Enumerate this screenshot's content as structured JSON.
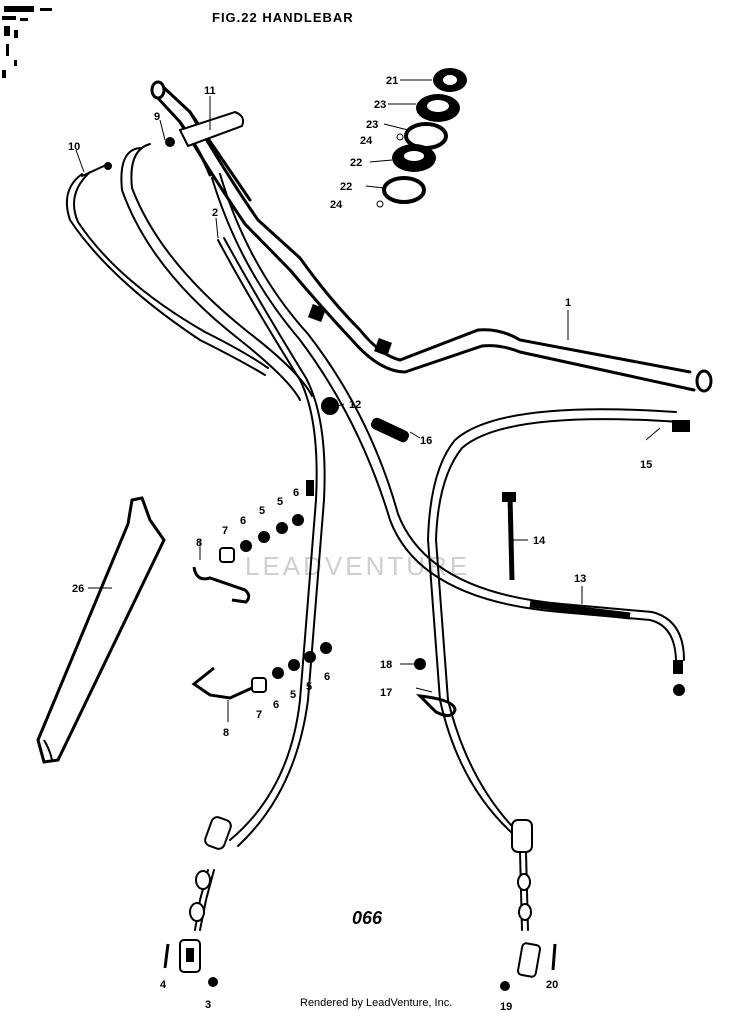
{
  "title": "FIG.22 HANDLEBAR",
  "watermark": "LEADVENTURE",
  "page_number": "066",
  "footer": "Rendered by LeadVenture, Inc.",
  "callouts": [
    {
      "id": "c1",
      "text": "1"
    },
    {
      "id": "c2",
      "text": "2"
    },
    {
      "id": "c3",
      "text": "3"
    },
    {
      "id": "c4",
      "text": "4"
    },
    {
      "id": "c5a",
      "text": "5"
    },
    {
      "id": "c5b",
      "text": "5"
    },
    {
      "id": "c5c",
      "text": "5"
    },
    {
      "id": "c5d",
      "text": "5"
    },
    {
      "id": "c6a",
      "text": "6"
    },
    {
      "id": "c6b",
      "text": "6"
    },
    {
      "id": "c6c",
      "text": "6"
    },
    {
      "id": "c6d",
      "text": "6"
    },
    {
      "id": "c7a",
      "text": "7"
    },
    {
      "id": "c7b",
      "text": "7"
    },
    {
      "id": "c8a",
      "text": "8"
    },
    {
      "id": "c8b",
      "text": "8"
    },
    {
      "id": "c9",
      "text": "9"
    },
    {
      "id": "c10",
      "text": "10"
    },
    {
      "id": "c11",
      "text": "11"
    },
    {
      "id": "c12",
      "text": "12"
    },
    {
      "id": "c13",
      "text": "13"
    },
    {
      "id": "c14",
      "text": "14"
    },
    {
      "id": "c15",
      "text": "15"
    },
    {
      "id": "c16",
      "text": "16"
    },
    {
      "id": "c17",
      "text": "17"
    },
    {
      "id": "c18",
      "text": "18"
    },
    {
      "id": "c19",
      "text": "19"
    },
    {
      "id": "c20",
      "text": "20"
    },
    {
      "id": "c21",
      "text": "21"
    },
    {
      "id": "c22a",
      "text": "22"
    },
    {
      "id": "c22b",
      "text": "22"
    },
    {
      "id": "c23a",
      "text": "23"
    },
    {
      "id": "c23b",
      "text": "23"
    },
    {
      "id": "c24a",
      "text": "24"
    },
    {
      "id": "c24b",
      "text": "24"
    },
    {
      "id": "c26",
      "text": "26"
    }
  ]
}
